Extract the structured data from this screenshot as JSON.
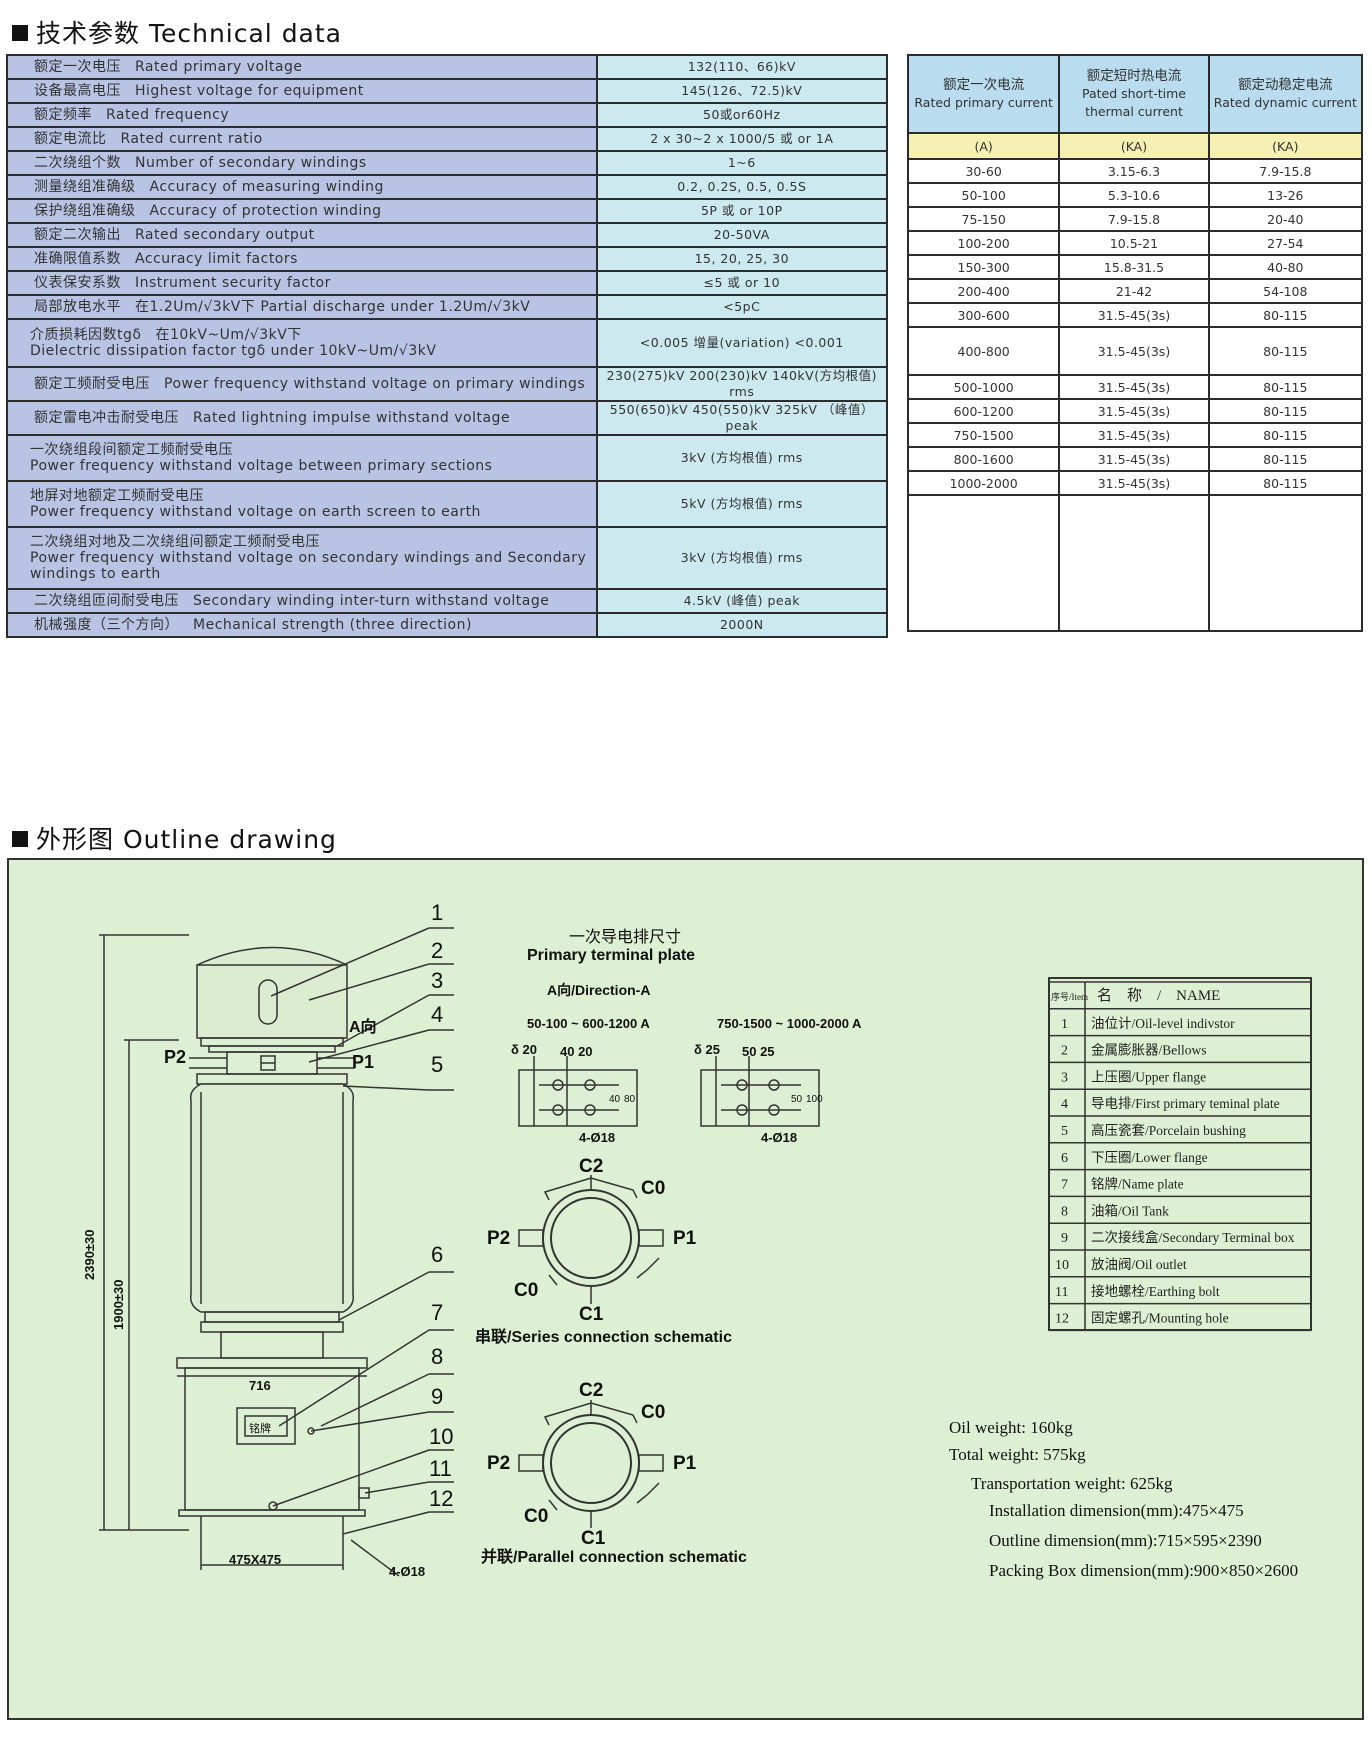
{
  "technical": {
    "title": "技术参数 Technical data",
    "rows": [
      {
        "zh": "额定一次电压",
        "en": "Rated primary voltage",
        "value": "132(110、66)kV"
      },
      {
        "zh": "设备最高电压",
        "en": "Highest voltage for equipment",
        "value": "145(126、72.5)kV"
      },
      {
        "zh": "额定频率",
        "en": "Rated frequency",
        "value": "50或or60Hz"
      },
      {
        "zh": "额定电流比",
        "en": "Rated current ratio",
        "value": "2 x 30~2 x 1000/5 或 or 1A"
      },
      {
        "zh": "二次绕组个数",
        "en": "Number of secondary windings",
        "value": "1~6"
      },
      {
        "zh": "测量绕组准确级",
        "en": "Accuracy of measuring winding",
        "value": "0.2, 0.2S, 0.5, 0.5S"
      },
      {
        "zh": "保护绕组准确级",
        "en": "Accuracy of protection winding",
        "value": "5P 或 or 10P"
      },
      {
        "zh": "额定二次输出",
        "en": "Rated secondary output",
        "value": "20-50VA"
      },
      {
        "zh": "准确限值系数",
        "en": "Accuracy limit factors",
        "value": "15, 20, 25, 30"
      },
      {
        "zh": "仪表保安系数",
        "en": "Instrument security factor",
        "value": "≤5 或 or 10"
      },
      {
        "zh": "局部放电水平",
        "en": "在1.2Um/√3kV下 Partial discharge under 1.2Um/√3kV",
        "value": "<5pC"
      },
      {
        "zh": "介质损耗因数tgδ",
        "en": "在10kV~Um/√3kV下",
        "en2": "Dielectric dissipation factor tgδ under 10kV~Um/√3kV",
        "value": "<0.005 增量(variation) <0.001"
      },
      {
        "zh": "额定工频耐受电压",
        "en": "Power frequency withstand voltage on primary windings",
        "value": "230(275)kV 200(230)kV 140kV(方均根值) rms"
      },
      {
        "zh": "额定雷电冲击耐受电压",
        "en": "Rated lightning impulse withstand voltage",
        "value": "550(650)kV 450(550)kV 325kV （峰值）peak"
      },
      {
        "zh": "一次绕组段间额定工频耐受电压",
        "en": "Power frequency withstand voltage between primary sections",
        "value": "3kV (方均根值) rms"
      },
      {
        "zh": "地屏对地额定工频耐受电压",
        "en": "Power frequency withstand voltage on earth screen to earth",
        "value": "5kV (方均根值) rms"
      },
      {
        "zh": "二次绕组对地及二次绕组间额定工频耐受电压",
        "en": "Power frequency withstand voltage on secondary windings and Secondary windings to earth",
        "value": "3kV (方均根值) rms"
      },
      {
        "zh": "二次绕组匝间耐受电压",
        "en": "Secondary winding inter-turn withstand voltage",
        "value": "4.5kV (峰值) peak"
      },
      {
        "zh": "机械强度（三个方向）",
        "en": "Mechanical strength (three direction)",
        "value": "2000N"
      }
    ]
  },
  "current_table": {
    "headers": [
      {
        "zh": "额定一次电流",
        "en": "Rated primary current",
        "unit": "(A)"
      },
      {
        "zh": "额定短时热电流",
        "en": "Pated short-time thermal current",
        "unit": "(KA)"
      },
      {
        "zh": "额定动稳定电流",
        "en": "Rated dynamic current",
        "unit": "(KA)"
      }
    ],
    "rows": [
      [
        "30-60",
        "3.15-6.3",
        "7.9-15.8"
      ],
      [
        "50-100",
        "5.3-10.6",
        "13-26"
      ],
      [
        "75-150",
        "7.9-15.8",
        "20-40"
      ],
      [
        "100-200",
        "10.5-21",
        "27-54"
      ],
      [
        "150-300",
        "15.8-31.5",
        "40-80"
      ],
      [
        "200-400",
        "21-42",
        "54-108"
      ],
      [
        "300-600",
        "31.5-45(3s)",
        "80-115"
      ],
      [
        "400-800",
        "31.5-45(3s)",
        "80-115"
      ],
      [
        "500-1000",
        "31.5-45(3s)",
        "80-115"
      ],
      [
        "600-1200",
        "31.5-45(3s)",
        "80-115"
      ],
      [
        "750-1500",
        "31.5-45(3s)",
        "80-115"
      ],
      [
        "800-1600",
        "31.5-45(3s)",
        "80-115"
      ],
      [
        "1000-2000",
        "31.5-45(3s)",
        "80-115"
      ]
    ]
  },
  "outline": {
    "title": "外形图 Outline drawing",
    "terminal_zh": "一次导电排尺寸",
    "terminal_en": "Primary terminal plate",
    "direction": "A向/Direction-A",
    "range1": "50-100 ~ 600-1200 A",
    "range2": "750-1500 ~ 1000-2000 A",
    "series_caption": "串联/Series connection schematic",
    "parallel_caption": "并联/Parallel connection schematic",
    "dims": {
      "d2390": "2390±30",
      "d1900": "1900±30",
      "d716": "716",
      "d475": "475X475",
      "holes": "4-Ø18",
      "nameplate": "铭牌",
      "a_dir": "A向"
    },
    "plate1": {
      "delta": "δ 20",
      "top": "40  20",
      "side1": "40",
      "side2": "80",
      "holes": "4-Ø18"
    },
    "plate2": {
      "delta": "δ 25",
      "top": "50  25",
      "side1": "50",
      "side2": "100",
      "holes": "4-Ø18"
    },
    "labels": {
      "P1": "P1",
      "P2": "P2",
      "C0": "C0",
      "C1": "C1",
      "C2": "C2"
    },
    "callouts": [
      "1",
      "2",
      "3",
      "4",
      "5",
      "6",
      "7",
      "8",
      "9",
      "10",
      "11",
      "12"
    ],
    "parts_header": {
      "no": "序号/Item",
      "name": "名　称　/　NAME"
    },
    "parts": [
      {
        "no": "1",
        "zh": "油位计",
        "en": "/Oil-level indivstor"
      },
      {
        "no": "2",
        "zh": "金属膨胀器",
        "en": "/Bellows"
      },
      {
        "no": "3",
        "zh": "上压圈",
        "en": "/Upper flange"
      },
      {
        "no": "4",
        "zh": "导电排",
        "en": "/First primary teminal plate"
      },
      {
        "no": "5",
        "zh": "高压瓷套",
        "en": "/Porcelain bushing"
      },
      {
        "no": "6",
        "zh": "下压圈",
        "en": "/Lower flange"
      },
      {
        "no": "7",
        "zh": "铭牌",
        "en": "/Name plate"
      },
      {
        "no": "8",
        "zh": "油箱",
        "en": "/Oil Tank"
      },
      {
        "no": "9",
        "zh": "二次接线盒",
        "en": "/Secondary Terminal box"
      },
      {
        "no": "10",
        "zh": "放油阀",
        "en": "/Oil outlet"
      },
      {
        "no": "11",
        "zh": "接地螺栓",
        "en": "/Earthing bolt"
      },
      {
        "no": "12",
        "zh": "固定螺孔",
        "en": "/Mounting hole"
      }
    ],
    "weights": [
      "Oil weight: 160kg",
      "Total weight: 575kg",
      "Transportation weight:  625kg",
      "Installation dimension(mm):475×475",
      "Outline dimension(mm):715×595×2390",
      "Packing Box dimension(mm):900×850×2600"
    ]
  }
}
